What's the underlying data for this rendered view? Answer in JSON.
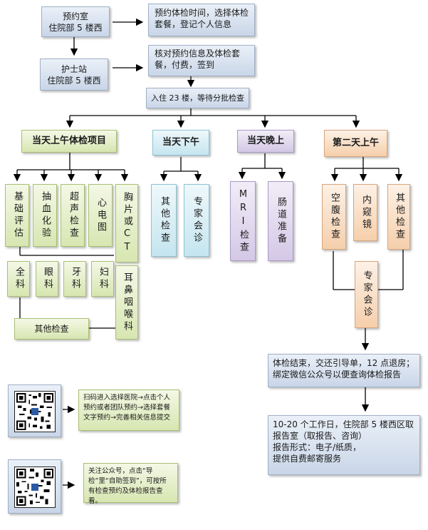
{
  "top": {
    "reservation": "预约室\n住院部 5 楼西",
    "reservation_desc": "预约体检时间，选择体检套餐，登记个人信息",
    "nurse": "护士站\n住院部 5 楼西",
    "nurse_desc": "核对预约信息及体检套餐，付费，签到",
    "admit": "入住 23 楼，等待分批检查"
  },
  "headers": {
    "morning": "当天上午体检项目",
    "afternoon": "当天下午",
    "night": "当天晚上",
    "next_day": "第二天上午"
  },
  "morning_items": [
    "基础评估",
    "抽血化验",
    "超声检查",
    "心电图",
    "胸片或CT"
  ],
  "morning_sub": [
    "全科",
    "眼科",
    "牙科",
    "妇科",
    "耳鼻咽喉科"
  ],
  "morning_other": "其他检查",
  "afternoon_items": [
    "其他检查",
    "专家会诊"
  ],
  "night_items": [
    "MRI检查",
    "肠道准备"
  ],
  "next_items": [
    "空腹检查",
    "内窥镜",
    "其他检查"
  ],
  "next_consult": "专家会诊",
  "end_text": "体检结束，交还引导单，12 点退房；绑定微信公众号以便查询体检报告",
  "report_text": "10-20 个工作日，住院部 5 楼西区取报告室（取报告、咨询）\n报告形式：电子/纸质，\n提供自费邮寄服务",
  "qr1_text": "扫码进入选择医院→点击个人预约或者团队预约→选择套餐文字预约→完善相关信息提交",
  "qr2_text": "关注公众号，点击“导检”里“自助签到”，可按所有检查预约及体检报告查看。"
}
